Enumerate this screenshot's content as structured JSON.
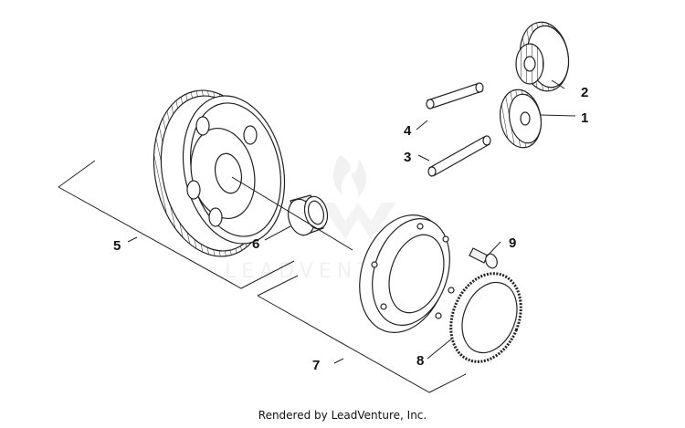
{
  "diagram": {
    "watermark_text": "LEADVENTURE",
    "footer": "Rendered by LeadVenture, Inc.",
    "callouts": [
      "1",
      "2",
      "3",
      "4",
      "5",
      "6",
      "7",
      "8",
      "9"
    ]
  }
}
